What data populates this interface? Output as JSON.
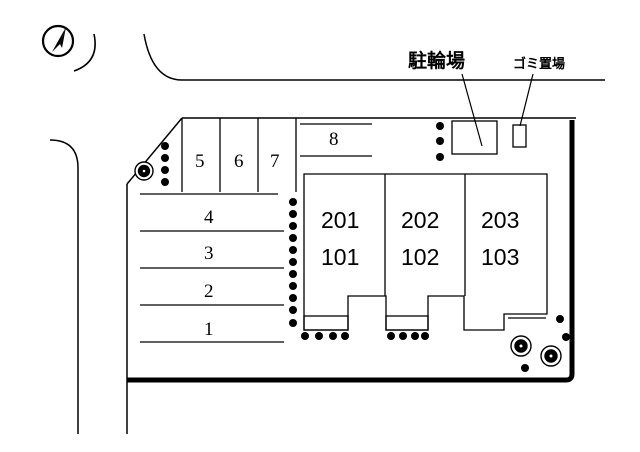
{
  "labels": {
    "bicycle_parking": "駐輪場",
    "garbage_area": "ゴミ置場"
  },
  "parking_spaces": [
    "1",
    "2",
    "3",
    "4",
    "5",
    "6",
    "7",
    "8"
  ],
  "units": {
    "upper": [
      "201",
      "202",
      "203"
    ],
    "lower": [
      "101",
      "102",
      "103"
    ]
  },
  "icons": {
    "compass": "north-arrow-icon",
    "shrub": "shrub-icon"
  },
  "colors": {
    "ink": "#000000",
    "background": "#ffffff"
  }
}
